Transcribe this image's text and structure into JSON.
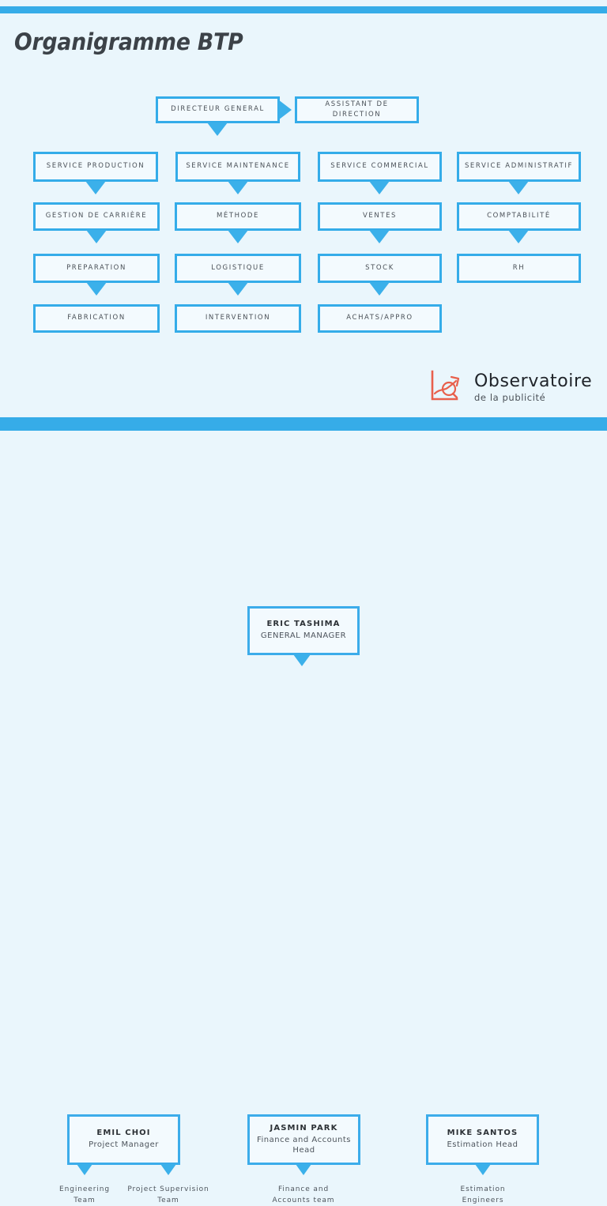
{
  "theme": {
    "page_bg": "#eaf6fc",
    "accent_blue": "#36ace8",
    "box_border": "#34ace9",
    "box_fill": "#f3fafe",
    "text_dark": "#3c4248",
    "logo_red": "#e8604c"
  },
  "section_one": {
    "title": "Organigramme BTP",
    "top_node": {
      "label": "DIRECTEUR GENERAL"
    },
    "side_node": {
      "label": "ASSISTANT DE DIRECTION"
    },
    "columns": [
      {
        "name": "production",
        "nodes": [
          "SERVICE PRODUCTION",
          "GESTION DE CARRIÈRE",
          "PREPARATION",
          "FABRICATION"
        ]
      },
      {
        "name": "maintenance",
        "nodes": [
          "SERVICE MAINTENANCE",
          "MÉTHODE",
          "LOGISTIQUE",
          "INTERVENTION"
        ]
      },
      {
        "name": "commercial",
        "nodes": [
          "SERVICE COMMERCIAL",
          "VENTES",
          "STOCK",
          "ACHATS/APPRO"
        ]
      },
      {
        "name": "administratif",
        "nodes": [
          "SERVICE ADMINISTRATIF",
          "COMPTABILITÉ",
          "RH"
        ]
      }
    ],
    "logo": {
      "icon": "observatory-graph-arrow-icon",
      "title": "Observatoire",
      "subtitle": "de la publicité"
    }
  },
  "section_two": {
    "top_node": {
      "name": "ERIC TASHIMA",
      "role": "GENERAL MANAGER"
    },
    "managers": [
      {
        "name": "EMIL CHOI",
        "role": "Project Manager",
        "teams": [
          "Engineering Team",
          "Project Supervision Team"
        ]
      },
      {
        "name": "JASMIN PARK",
        "role": "Finance and Accounts Head",
        "teams": [
          "Finance and Accounts team"
        ]
      },
      {
        "name": "MIKE SANTOS",
        "role": "Estimation Head",
        "teams": [
          "Estimation Engineers"
        ]
      }
    ]
  }
}
